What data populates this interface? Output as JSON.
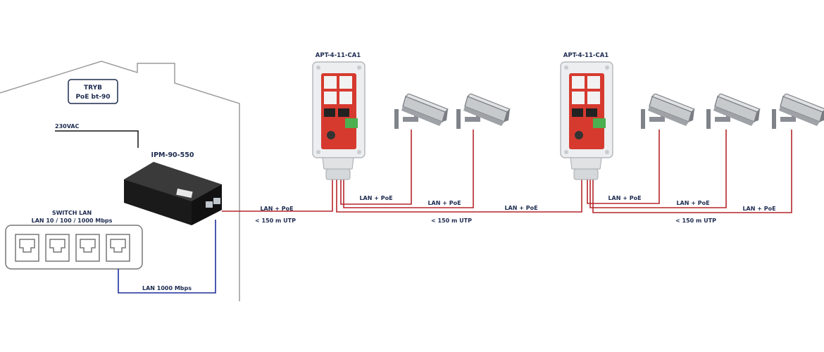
{
  "mode_box": {
    "line1": "TRYB",
    "line2": "PoE bt-90"
  },
  "power_label": "230VAC",
  "injector_label": "IPM-90-550",
  "switch": {
    "title": "SWITCH LAN",
    "subtitle": "LAN 10 / 100 / 1000 Mbps"
  },
  "switch_link_label": "LAN 1000 Mbps",
  "splitters": [
    {
      "label": "APT-4-11-CA1"
    },
    {
      "label": "APT-4-11-CA1"
    }
  ],
  "links": {
    "injector_to_splitter1": "LAN + PoE",
    "distance_1": "< 150 m UTP",
    "splitter1_cam1": "LAN + PoE",
    "splitter1_cam2": "LAN + PoE",
    "splitter1_to_splitter2": "LAN + PoE",
    "distance_2": "< 150 m UTP",
    "splitter2_cam3": "LAN + PoE",
    "splitter2_cam4": "LAN + PoE",
    "splitter2_cam5": "LAN + PoE",
    "distance_3": "< 150 m UTP"
  },
  "colors": {
    "poe_line": "#b5262b",
    "lan_line": "#1c2f9c",
    "house": "#9c9c9c",
    "text": "#1d2b4f",
    "box_border": "#1d2b4f"
  }
}
